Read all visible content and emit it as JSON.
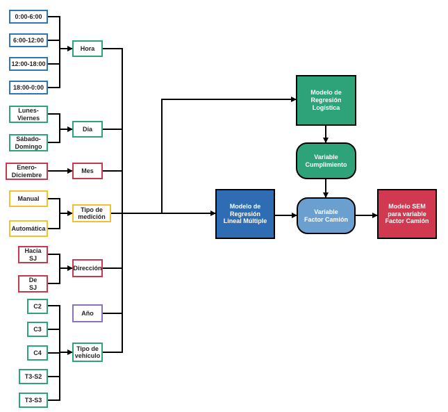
{
  "colors": {
    "blue": "#2e75b6",
    "green": "#2ea37a",
    "red": "#c8384d",
    "yellow": "#f2c12e",
    "purple": "#8a72b8",
    "logistic": "#2ea37a",
    "cumplimiento": "#2ea37a",
    "lineal": "#2e6db4",
    "factor": "#6b9fd0",
    "sem": "#d0394f"
  },
  "inputs": {
    "h1": "0:00-6:00",
    "h2": "6:00-12:00",
    "h3": "12:00-18:00",
    "h4": "18:00-0:00",
    "d1": "Lunes-\nViernes",
    "d2": "Sábado-\nDomingo",
    "m1": "Enero-\nDiciembre",
    "t1": "Manual",
    "t2": "Automática",
    "r1": "Hacia\nSJ",
    "r2": "De\nSJ",
    "v1": "C2",
    "v2": "C3",
    "v3": "C4",
    "v4": "T3-S2",
    "v5": "T3-S3"
  },
  "categories": {
    "hora": "Hora",
    "dia": "Día",
    "mes": "Mes",
    "tipo_medicion": "Tipo de\nmedición",
    "direccion": "Dirección",
    "anio": "Año",
    "tipo_vehiculo": "Tipo de\nvehículo"
  },
  "models": {
    "logistica": "Modelo de\nRegresión\nLogística",
    "cumplimiento": "Variable\nCumplimiento",
    "lineal": "Modelo de\nRegresión\nLineal Múltiple",
    "factor": "Variable\nFactor Camión",
    "sem": "Modelo SEM\npara variable\nFactor Camión"
  }
}
